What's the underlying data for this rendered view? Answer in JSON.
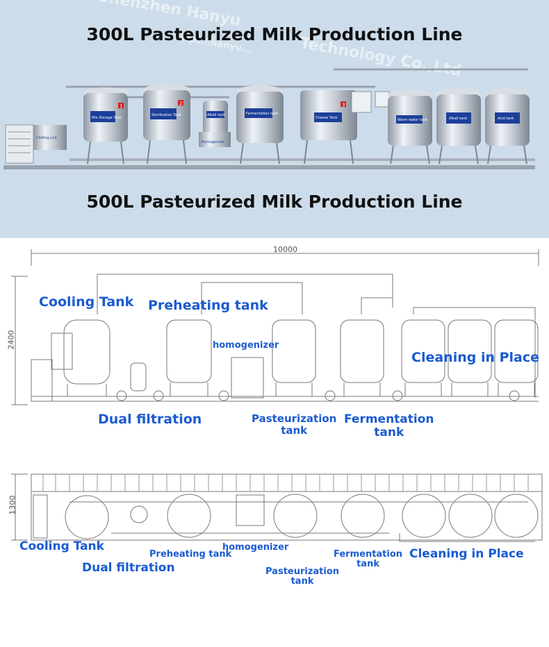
{
  "header": {
    "title_top": "300L Pasteurized Milk Production Line",
    "title_bottom": "500L Pasteurized Milk Production Line",
    "watermark_1": "Shenzhen Hanyu",
    "watermark_2": "Technology Co.,Ltd",
    "watermark_3": "https://hanyu..."
  },
  "photo_tanks": {
    "t1": "Mix Storage Tank",
    "t2": "Sterilization Tank",
    "t3": "Alkali tank",
    "t4": "Fermentation tank",
    "t5": "Cheese Tank",
    "t6": "Warm water tank",
    "t7": "Alkali tank",
    "t8": "Acid tank",
    "t9": "Homogenizer",
    "t10": "Chilling unit",
    "n1": "1",
    "n2": "2",
    "n3": "3"
  },
  "front_view": {
    "width_dim": "10000",
    "height_dim": "2400",
    "labels": {
      "cooling_tank": "Cooling Tank",
      "preheating_tank": "Preheating tank",
      "homogenizer": "homogenizer",
      "cleaning_in_place": "Cleaning in Place",
      "dual_filtration": "Dual filtration",
      "pasteurization_tank": "Pasteurization\ntank",
      "fermentation_tank": "Fermentation\ntank"
    }
  },
  "top_view": {
    "height_dim": "1300",
    "labels": {
      "cooling_tank": "Cooling Tank",
      "dual_filtration": "Dual filtration",
      "preheating_tank": "Preheating tank",
      "homogenizer": "homogenizer",
      "pasteurization_tank": "Pasteurization\ntank",
      "fermentation_tank": "Fermentation\ntank",
      "cleaning_in_place": "Cleaning in Place"
    }
  },
  "colors": {
    "label_blue": "#1a5bd1",
    "photo_bg": "#cddcea",
    "line": "#666666"
  }
}
